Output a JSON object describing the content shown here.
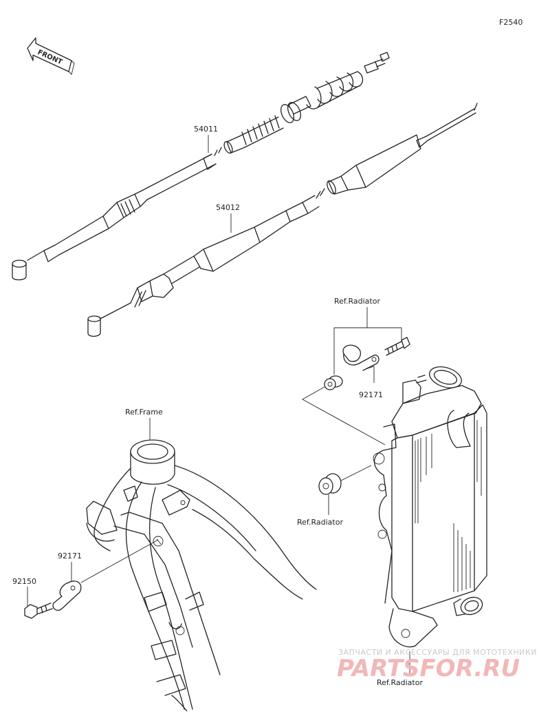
{
  "diagram": {
    "figure_code": "F2540",
    "front_label": "FRONT",
    "parts": [
      {
        "number": "54011"
      },
      {
        "number": "54012"
      },
      {
        "number": "92171"
      },
      {
        "number": "92171"
      },
      {
        "number": "92150"
      }
    ],
    "references": [
      {
        "text": "Ref.Radiator"
      },
      {
        "text": "Ref.Radiator"
      },
      {
        "text": "Ref.Radiator"
      },
      {
        "text": "Ref.Frame"
      }
    ]
  },
  "watermark": {
    "line1": "ЗАПЧАСТИ И АКСЕССУАРЫ ДЛЯ МОТОТЕХНИКИ",
    "line2": "PARTSFOR.RU"
  }
}
